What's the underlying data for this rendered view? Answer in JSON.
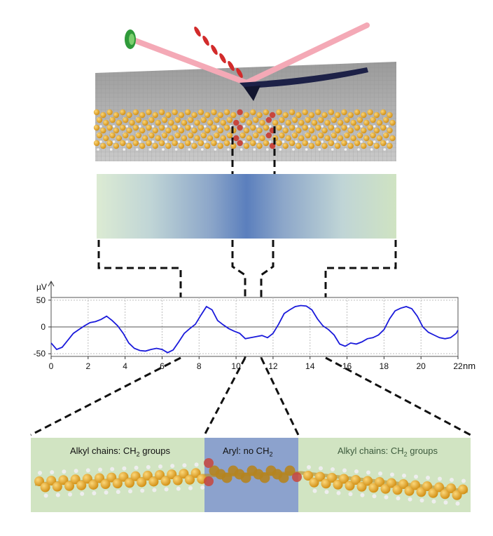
{
  "colors": {
    "signal_line": "#1a1adb",
    "alkyl_region": "#c9dfb7",
    "aryl_region": "#7f98c8",
    "gradient_center": "#5b7fbd",
    "gradient_edge": "#dcebd3",
    "gold_atom": "#e2a321",
    "red_atom": "#c8463c",
    "laser": "#f4a9b6",
    "cantilever": "#1d2147",
    "laser_source": "#2f9a3a"
  },
  "chart_data": {
    "type": "line",
    "ylabel": "µV",
    "xunit": "nm",
    "xlim": [
      0,
      22
    ],
    "ylim": [
      -55,
      55
    ],
    "xticks": [
      0,
      2,
      4,
      6,
      8,
      10,
      12,
      14,
      16,
      18,
      20,
      22
    ],
    "yticks": [
      50,
      0,
      -50
    ],
    "grid": true,
    "series": [
      {
        "x": [
          0,
          0.3,
          0.6,
          0.9,
          1.2,
          1.5,
          1.8,
          2.1,
          2.4,
          2.7,
          3.0,
          3.3,
          3.6,
          3.9,
          4.2,
          4.5,
          4.8,
          5.1,
          5.4,
          5.7,
          6.0,
          6.3,
          6.6,
          6.9,
          7.2,
          7.5,
          7.8,
          8.1,
          8.4,
          8.7,
          9.0,
          9.3,
          9.6,
          9.9,
          10.2,
          10.5,
          10.8,
          11.1,
          11.4,
          11.7,
          12.0,
          12.3,
          12.6,
          12.9,
          13.2,
          13.5,
          13.8,
          14.1,
          14.4,
          14.7,
          15.0,
          15.3,
          15.6,
          15.9,
          16.2,
          16.5,
          16.8,
          17.1,
          17.4,
          17.7,
          18.0,
          18.3,
          18.6,
          18.9,
          19.2,
          19.5,
          19.8,
          20.1,
          20.4,
          20.7,
          21.0,
          21.3,
          21.6,
          21.9,
          22.0
        ],
        "y": [
          -30,
          -42,
          -38,
          -25,
          -12,
          -5,
          2,
          8,
          10,
          14,
          20,
          12,
          2,
          -12,
          -30,
          -40,
          -44,
          -45,
          -42,
          -40,
          -42,
          -48,
          -43,
          -28,
          -12,
          -3,
          5,
          22,
          38,
          32,
          12,
          4,
          -3,
          -8,
          -12,
          -22,
          -20,
          -18,
          -16,
          -20,
          -12,
          5,
          25,
          32,
          38,
          40,
          39,
          32,
          15,
          2,
          -5,
          -15,
          -32,
          -36,
          -30,
          -32,
          -28,
          -22,
          -20,
          -15,
          -5,
          15,
          30,
          35,
          38,
          34,
          20,
          0,
          -10,
          -15,
          -20,
          -22,
          -20,
          -12,
          -6
        ]
      }
    ]
  },
  "bottom": {
    "alkyl_left": {
      "main": "Alkyl chains: CH",
      "sub": "2",
      "tail": " groups"
    },
    "aryl": {
      "main": "Aryl: no CH",
      "sub": "2",
      "tail": ""
    },
    "alkyl_right": {
      "main": "Alkyl chains: CH",
      "sub": "2",
      "tail": " groups"
    }
  }
}
